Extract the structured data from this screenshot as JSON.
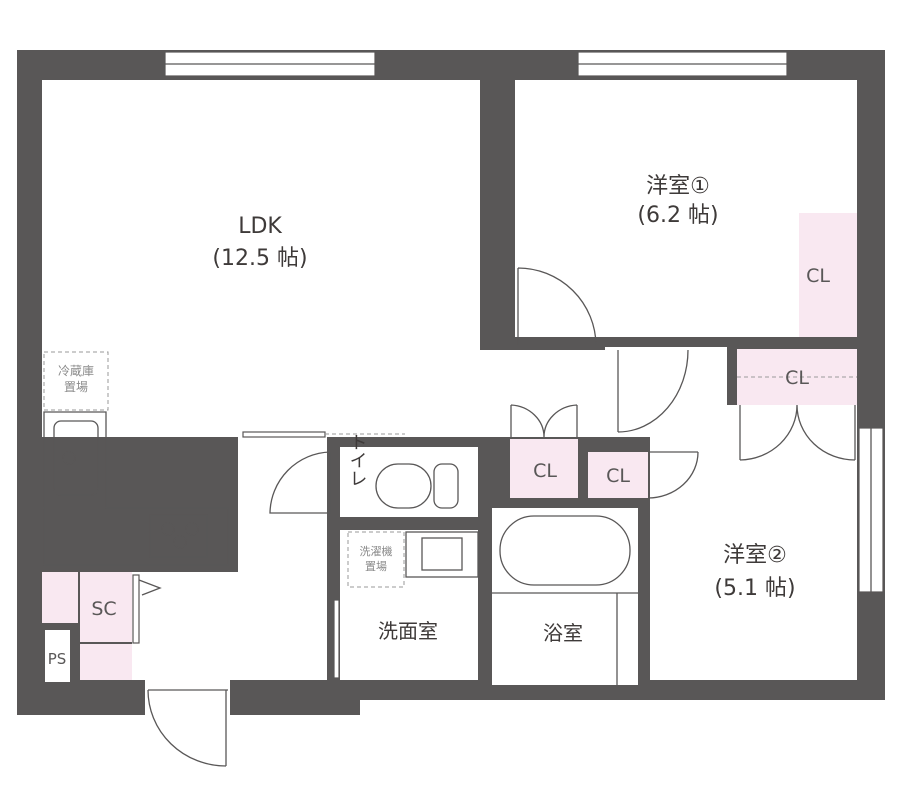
{
  "rooms": {
    "ldk": {
      "name": "LDK",
      "size": "(12.5 帖)"
    },
    "room1": {
      "name": "洋室①",
      "size": "(6.2 帖)"
    },
    "room2": {
      "name": "洋室②",
      "size": "(5.1 帖)"
    },
    "washroom": "洗面室",
    "bath": "浴室",
    "toilet": "トイレ"
  },
  "storage": {
    "cl": "CL",
    "sc": "SC",
    "ps": "PS"
  },
  "spaces": {
    "fridge": [
      "冷蔵庫",
      "置場"
    ],
    "washer": [
      "洗濯機",
      "置場"
    ]
  },
  "colors": {
    "wall": "#595757",
    "storage": "#f9e8f1",
    "floor": "#ffffff"
  }
}
